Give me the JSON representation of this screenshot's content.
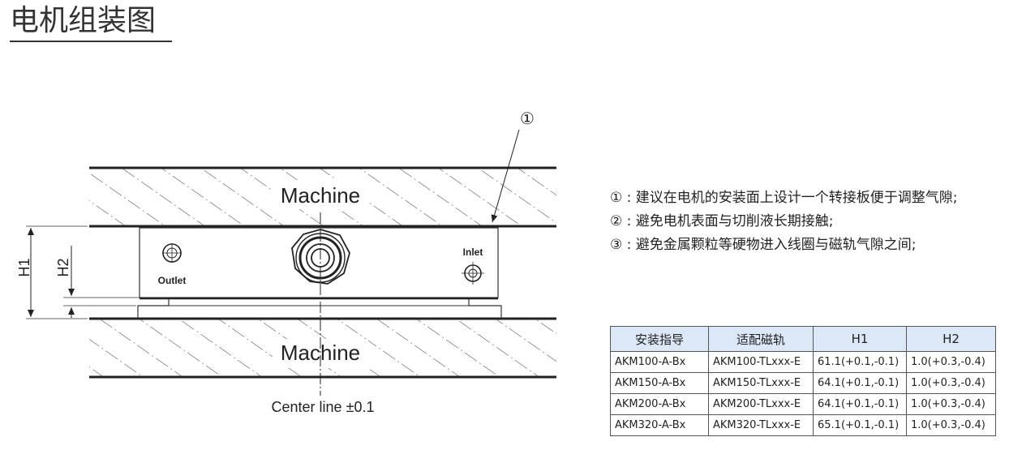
{
  "page_title": "电机组装图",
  "drawing": {
    "machine_top_label": "Machine",
    "machine_bottom_label": "Machine",
    "outlet_label": "Outlet",
    "inlet_label": "Inlet",
    "h1_label": "H1",
    "h2_label": "H2",
    "callout_label": "①",
    "center_line_label": "Center line ±0.1"
  },
  "notes": [
    "① : 建议在电机的安装面上设计一个转接板便于调整气隙;",
    "② : 避免电机表面与切削液长期接触;",
    "③ : 避免金属颗粒等硬物进入线圈与磁轨气隙之间;"
  ],
  "table": {
    "header_color": "#dce7f7",
    "headers": [
      "安装指导",
      "适配磁轨",
      "H1",
      "H2"
    ],
    "rows": [
      [
        "AKM100-A-Bx",
        "AKM100-TLxxx-E",
        "61.1(+0.1,-0.1)",
        "1.0(+0.3,-0.4)"
      ],
      [
        "AKM150-A-Bx",
        "AKM150-TLxxx-E",
        "64.1(+0.1,-0.1)",
        "1.0(+0.3,-0.4)"
      ],
      [
        "AKM200-A-Bx",
        "AKM200-TLxxx-E",
        "64.1(+0.1,-0.1)",
        "1.0(+0.3,-0.4)"
      ],
      [
        "AKM320-A-Bx",
        "AKM320-TLxxx-E",
        "65.1(+0.1,-0.1)",
        "1.0(+0.3,-0.4)"
      ]
    ]
  }
}
